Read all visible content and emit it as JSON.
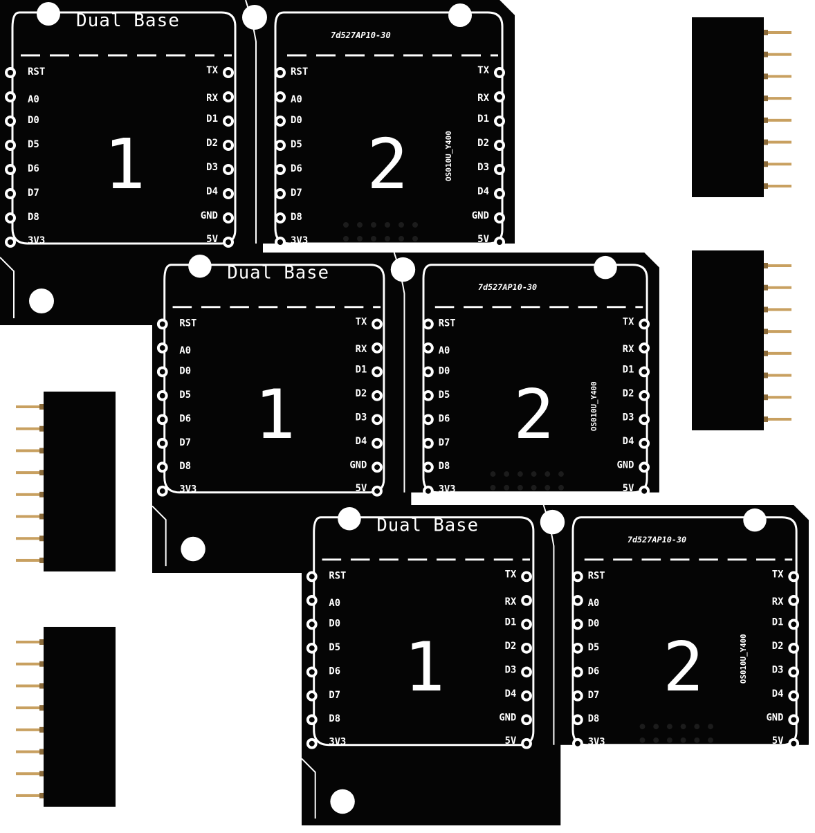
{
  "product": {
    "board_title": "Dual Base",
    "part_code": "7d527AP10-30",
    "vertical_code": "OS010U_Y400",
    "module_1": "1",
    "module_2": "2",
    "left_pins": [
      "RST",
      "A0",
      "D0",
      "D5",
      "D6",
      "D7",
      "D8",
      "3V3"
    ],
    "right_pins": [
      "TX",
      "RX",
      "D1",
      "D2",
      "D3",
      "D4",
      "GND",
      "5V"
    ]
  },
  "colors": {
    "pcb": "#050505",
    "silkscreen": "#ffffff",
    "pin_gold": "#c8a060",
    "background": "#ffffff"
  },
  "counts": {
    "boards": 3,
    "headers": 4,
    "pins_per_header": 8
  }
}
